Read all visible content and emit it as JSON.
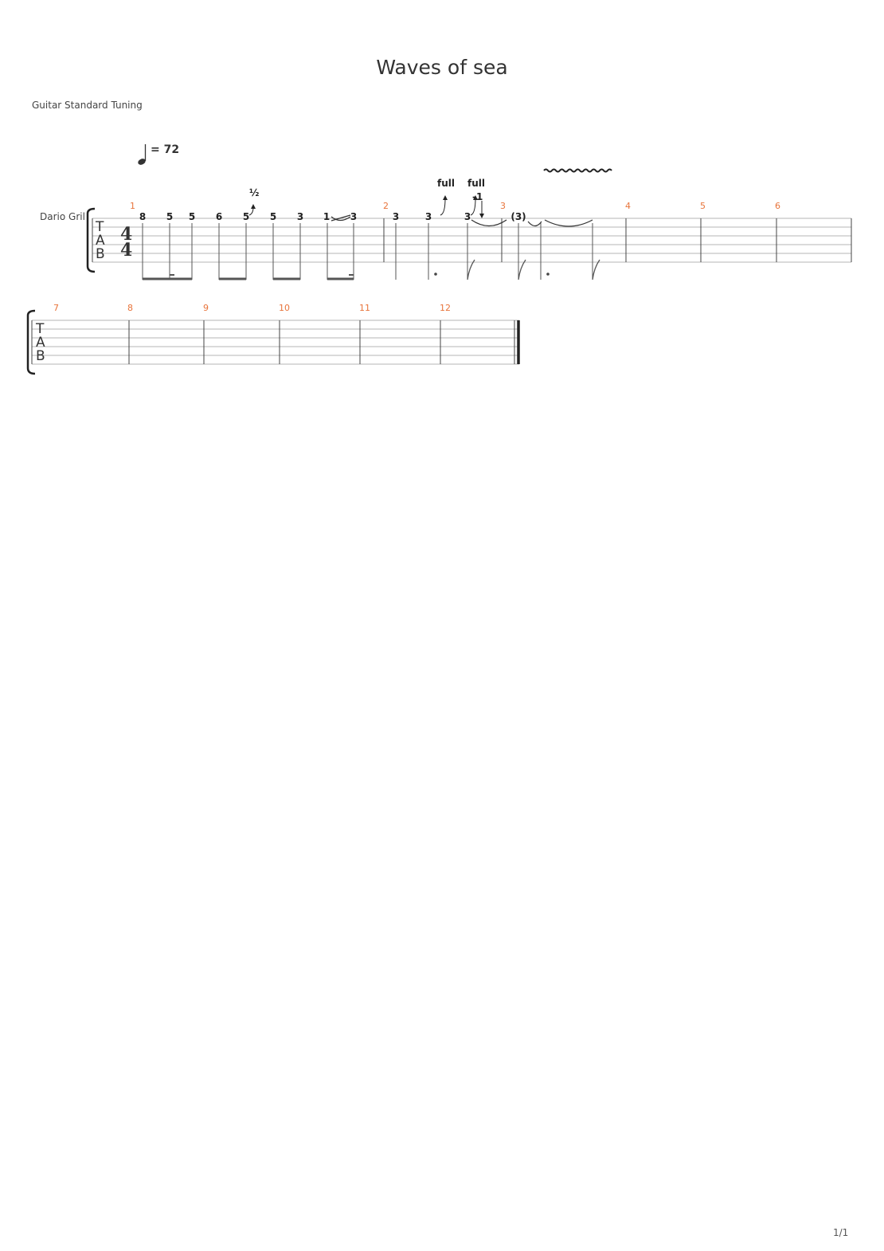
{
  "title": "Waves of sea",
  "tuning": "Guitar Standard Tuning",
  "tempo": {
    "text": "= 72",
    "icon": "quarter-note-icon"
  },
  "track": {
    "name": "Dario Gril"
  },
  "page": "1/1",
  "tab_letters": [
    "T",
    "A",
    "B"
  ],
  "time_signature": {
    "top": "4",
    "bottom": "4"
  },
  "system1": {
    "bars": [
      "1",
      "2",
      "3",
      "4",
      "5",
      "6"
    ],
    "notes": [
      "8",
      "5",
      "5",
      "6",
      "5",
      "5",
      "3",
      "1",
      "3",
      "3",
      "3",
      "3",
      "(3)"
    ],
    "annotations": {
      "half_bend": "½",
      "full_1": "full",
      "full_2": "full",
      "release": "-1"
    }
  },
  "system2": {
    "bars": [
      "7",
      "8",
      "9",
      "10",
      "11",
      "12"
    ]
  },
  "colors": {
    "bar_number": "#e8743b",
    "staff_line": "#b5b5b5"
  }
}
